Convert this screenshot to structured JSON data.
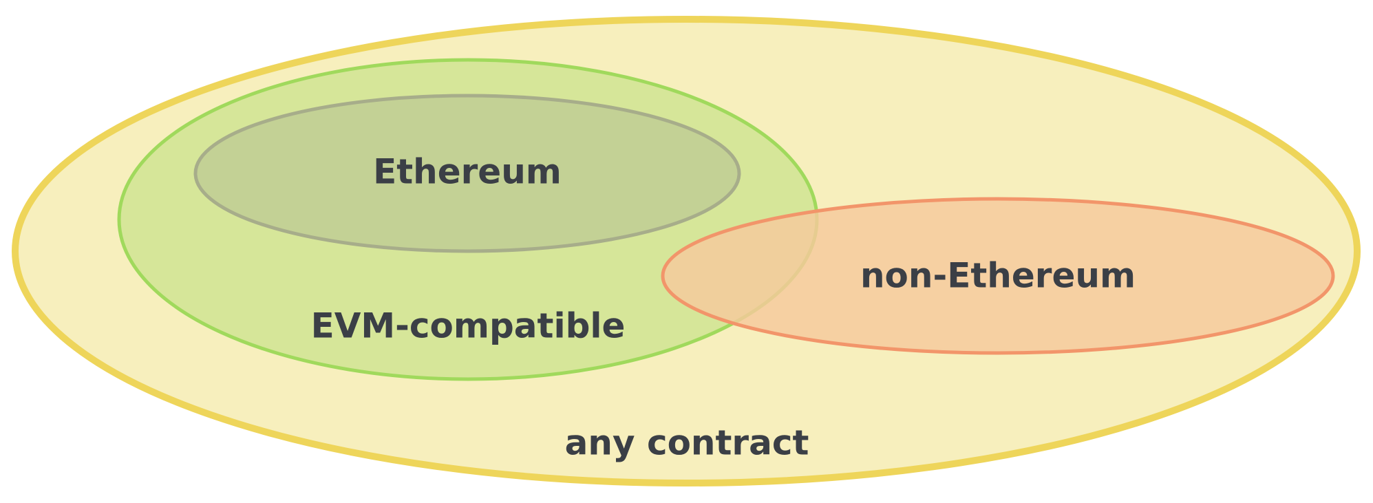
{
  "diagram": {
    "type": "nested-sets",
    "sets": {
      "any_contract": {
        "label": "any contract",
        "fill": "#f7efbd",
        "stroke": "#eed55a"
      },
      "evm_compatible": {
        "label": "EVM-compatible",
        "fill": "#d6e699",
        "stroke": "#a0d95c"
      },
      "ethereum": {
        "label": "Ethereum",
        "fill": "#c3d195",
        "stroke": "#a7ad8a"
      },
      "non_ethereum": {
        "label": "non-Ethereum",
        "fill": "#f5c99c",
        "stroke": "#f2956a"
      }
    },
    "label_color": "#3b3f46",
    "relationships": [
      "EVM-compatible is inside any contract",
      "Ethereum is inside EVM-compatible",
      "non-Ethereum is inside any contract and overlaps EVM-compatible"
    ]
  }
}
